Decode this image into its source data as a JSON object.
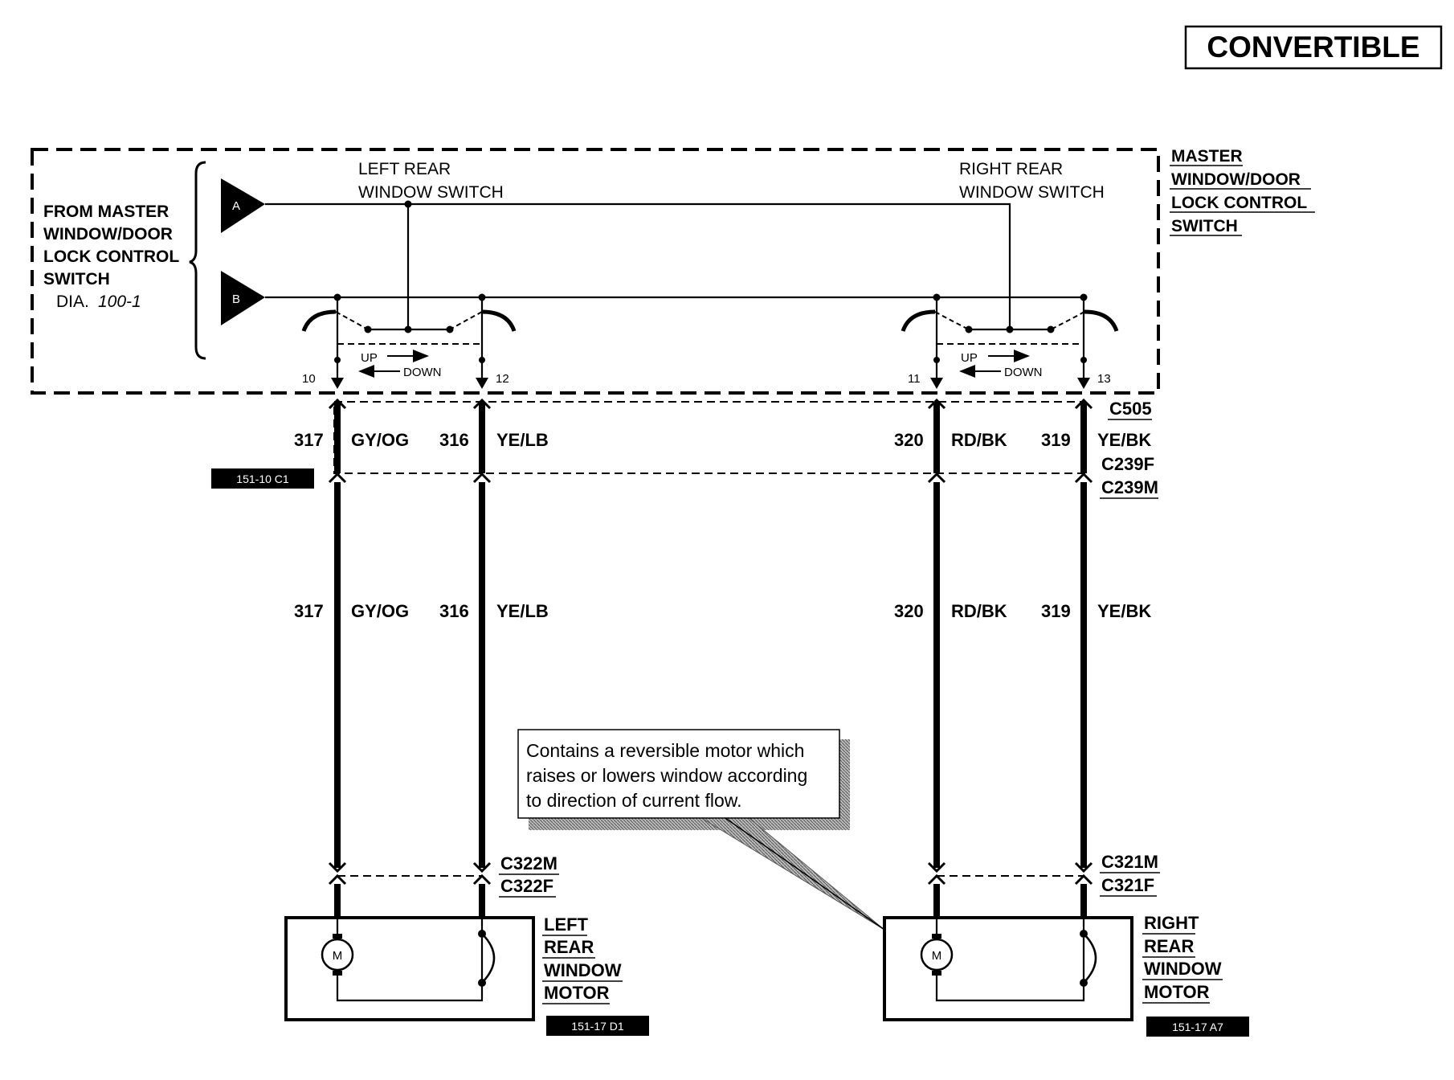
{
  "title": "CONVERTIBLE",
  "source": {
    "line1": "FROM MASTER",
    "line2": "WINDOW/DOOR",
    "line3": "LOCK CONTROL",
    "line4": "SWITCH",
    "dia_prefix": "DIA.",
    "dia_ref": "100-1",
    "terminal_a": "A",
    "terminal_b": "B"
  },
  "master_switch": {
    "line1": "MASTER",
    "line2": "WINDOW/DOOR",
    "line3": "LOCK CONTROL",
    "line4": "SWITCH"
  },
  "left_switch": {
    "line1": "LEFT REAR",
    "line2": "WINDOW SWITCH",
    "up": "UP",
    "down": "DOWN",
    "pin_left": "10",
    "pin_right": "12"
  },
  "right_switch": {
    "line1": "RIGHT REAR",
    "line2": "WINDOW SWITCH",
    "up": "UP",
    "down": "DOWN",
    "pin_left": "11",
    "pin_right": "13"
  },
  "connectors": {
    "c505": "C505",
    "c239f": "C239F",
    "c239m": "C239M",
    "c322m": "C322M",
    "c322f": "C322F",
    "c321m": "C321M",
    "c321f": "C321F"
  },
  "wires": [
    {
      "circuit": "317",
      "color": "GY/OG"
    },
    {
      "circuit": "316",
      "color": "YE/LB"
    },
    {
      "circuit": "320",
      "color": "RD/BK"
    },
    {
      "circuit": "319",
      "color": "YE/BK"
    }
  ],
  "refs": {
    "r1": "151-10 C1",
    "r2": "151-17 D1",
    "r3": "151-17 A7"
  },
  "left_motor": {
    "line1": "LEFT",
    "line2": "REAR",
    "line3": "WINDOW",
    "line4": "MOTOR",
    "symbol": "M"
  },
  "right_motor": {
    "line1": "RIGHT",
    "line2": "REAR",
    "line3": "WINDOW",
    "line4": "MOTOR",
    "symbol": "M"
  },
  "note": {
    "line1": "Contains a reversible motor which",
    "line2": "raises or lowers window according",
    "line3": "to direction of current flow."
  }
}
